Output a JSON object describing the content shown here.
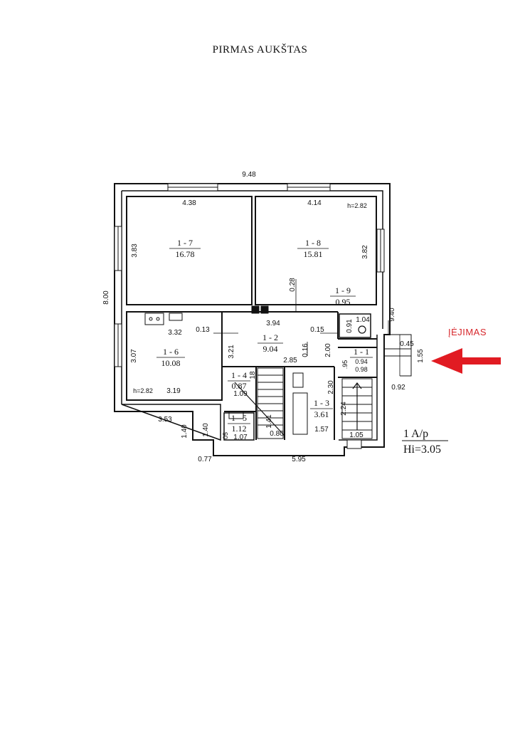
{
  "title": "PIRMAS AUKŠTAS",
  "rooms": [
    {
      "id": "1 - 7",
      "area": "16.78"
    },
    {
      "id": "1 - 8",
      "area": "15.81"
    },
    {
      "id": "1 - 9",
      "area": "0.95"
    },
    {
      "id": "1 - 6",
      "area": "10.08"
    },
    {
      "id": "1 - 2",
      "area": "9.04"
    },
    {
      "id": "1 - 1",
      "area": "0.94"
    },
    {
      "id": "1 - 4",
      "area": "0.87"
    },
    {
      "id": "1 - 5",
      "area": "1.12"
    },
    {
      "id": "1 - 3",
      "area": "3.61"
    }
  ],
  "dimensions": {
    "outer_top": "9.48",
    "outer_left": "8.00",
    "outer_bottom_left": "3.53",
    "outer_bottom_right": "5.95",
    "bottom_small": "0.77",
    "right_940": "9.40",
    "right_155": "1.55",
    "right_045": "0.45",
    "right_092": "0.92",
    "r7_top": "4.38",
    "r7_left": "3.83",
    "r8_top": "4.14",
    "r8_right": "3.82",
    "r8_h": "h=2.82",
    "d_028": "0.28",
    "d_104": "1.04",
    "d_091": "0.91",
    "d_394": "3.94",
    "d_015": "0.15",
    "r6_top": "3.32",
    "r6_013": "0.13",
    "r6_left": "3.07",
    "r6_bottom": "3.19",
    "r6_h": "h=2.82",
    "d_321": "3.21",
    "d_285": "2.85",
    "d_016": "0.16",
    "d_200": "2.00",
    "d_094": "0.94",
    "d_098": "0.98",
    "d_095": ".95",
    "d_109": "1.09",
    "d_18": "18",
    "d_141": "1.41",
    "d_080": "0.80",
    "d_230": "2.30",
    "d_157": "1.57",
    "d_224": "2.24",
    "d_105": "1.05",
    "d_140a": "1.40",
    "d_140b": "1.40",
    "d_107": "1.07",
    "d_05": "05"
  },
  "entry_label": "ĮĖJIMAS",
  "code_line1": "1  A/p",
  "code_line2": "Hi=3.05"
}
